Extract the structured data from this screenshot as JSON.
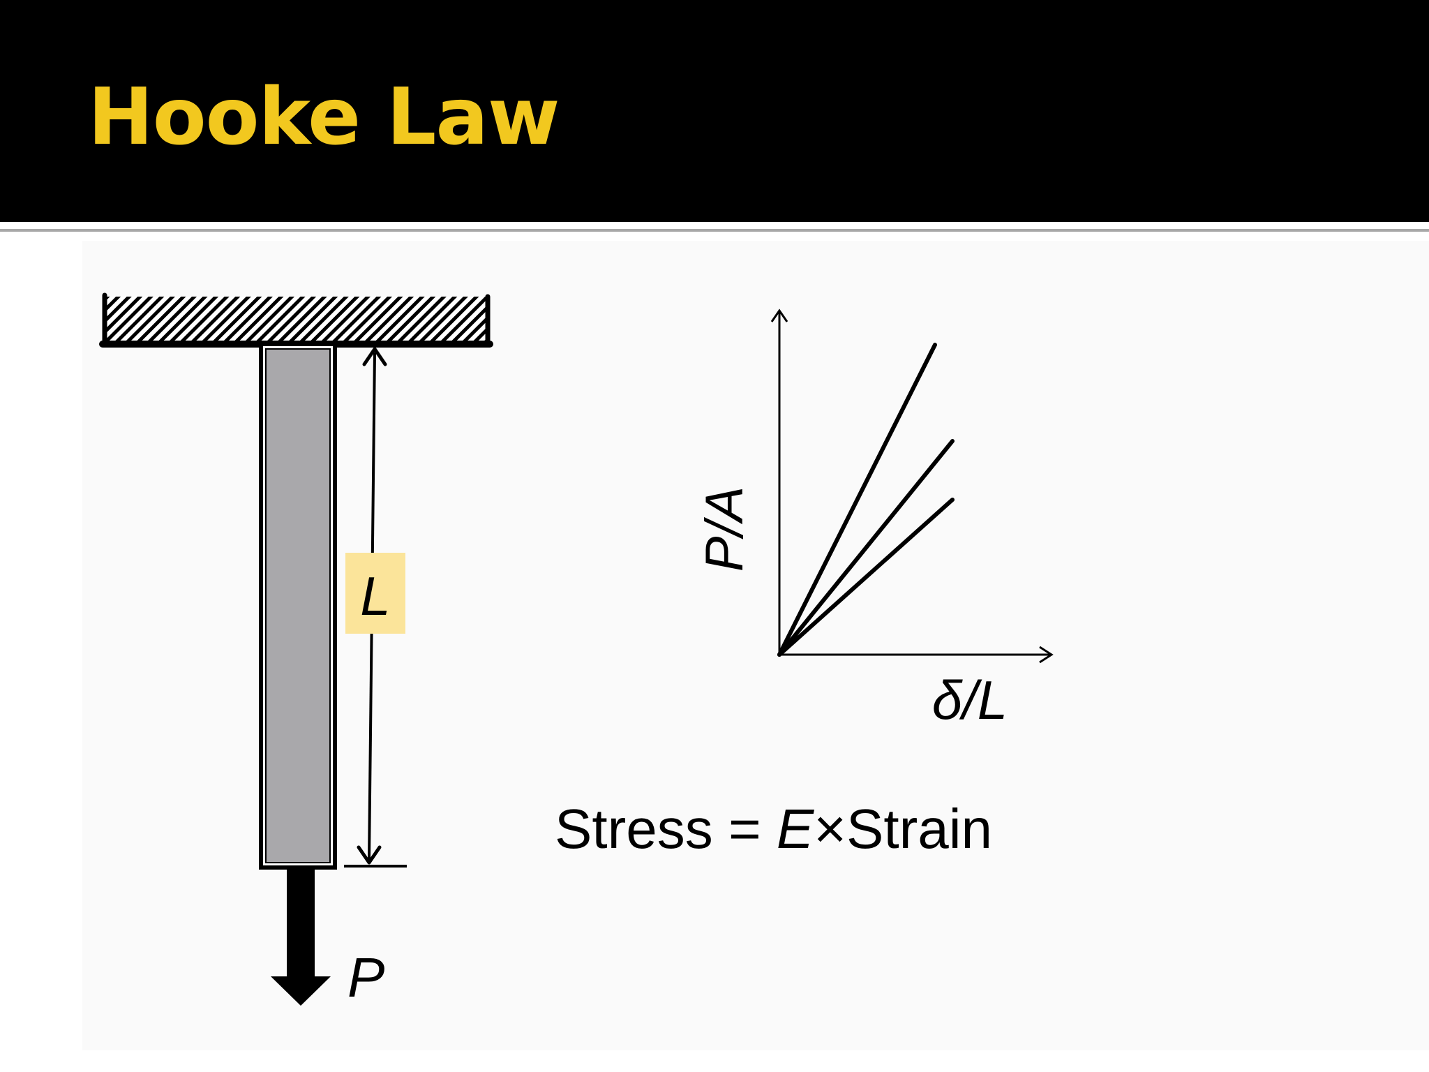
{
  "slide": {
    "title": "Hooke Law",
    "colors": {
      "header_background": "#000000",
      "title": "#f2c81f",
      "bar_fill": "#a9a8ab",
      "length_label_highlight": "#fbe49a"
    }
  },
  "bar_figure": {
    "length_label": "L",
    "load_label": "P",
    "support": "fixed hatched support",
    "load_arrow_direction": "down"
  },
  "graph": {
    "y_label": "P/A",
    "x_label": "δ/L",
    "line_count": 3
  },
  "equation": {
    "lhs": "Stress",
    "equals": "=",
    "modulus": "E",
    "times": "×",
    "rhs": "Strain"
  }
}
